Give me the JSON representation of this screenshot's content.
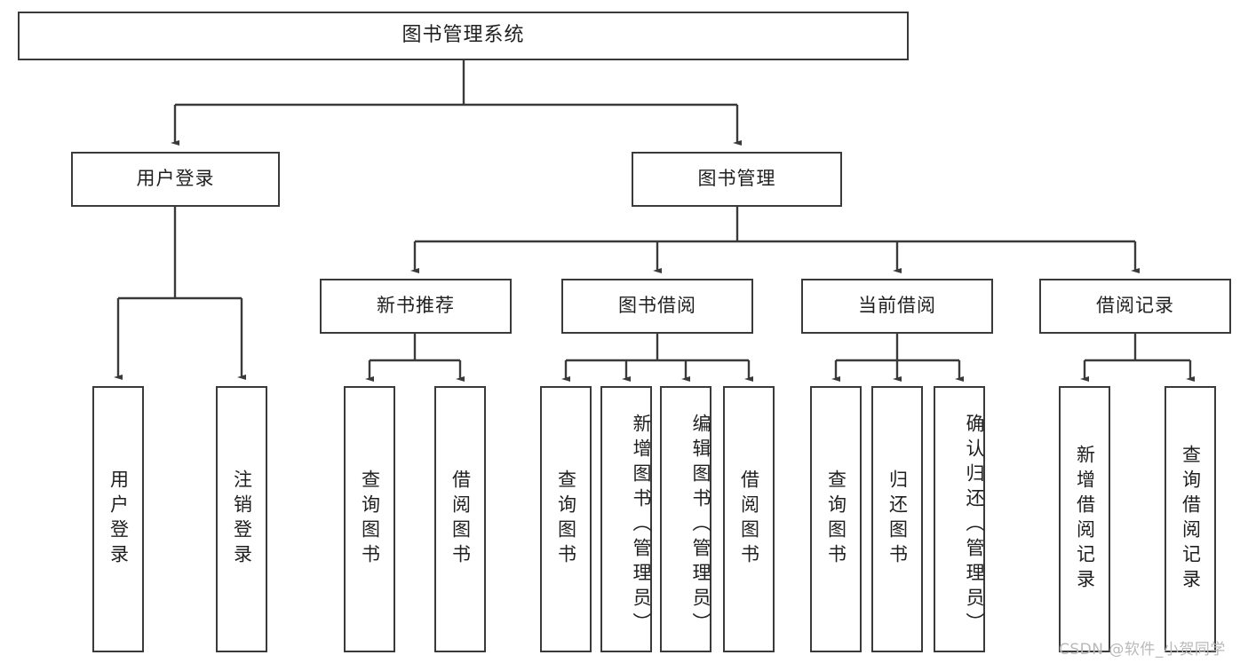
{
  "diagram": {
    "title": "图书管理系统",
    "type": "tree-hierarchy",
    "root": {
      "label": "图书管理系统"
    },
    "level2": [
      {
        "label": "用户登录"
      },
      {
        "label": "图书管理"
      }
    ],
    "level3": [
      {
        "label": "新书推荐"
      },
      {
        "label": "图书借阅"
      },
      {
        "label": "当前借阅"
      },
      {
        "label": "借阅记录"
      }
    ],
    "leaves": {
      "user_login": [
        {
          "label": "用户登录"
        },
        {
          "label": "注销登录"
        }
      ],
      "new_book_recommend": [
        {
          "label": "查询图书"
        },
        {
          "label": "借阅图书"
        }
      ],
      "book_borrow": [
        {
          "label": "查询图书"
        },
        {
          "label": "新增图书（管理员）"
        },
        {
          "label": "编辑图书（管理员）"
        },
        {
          "label": "借阅图书"
        }
      ],
      "current_borrow": [
        {
          "label": "查询图书"
        },
        {
          "label": "归还图书"
        },
        {
          "label": "确认归还（管理员）"
        }
      ],
      "borrow_record": [
        {
          "label": "新增借阅记录"
        },
        {
          "label": "查询借阅记录"
        }
      ]
    }
  },
  "watermark": {
    "text": "CSDN @软件_小贺同学"
  },
  "colors": {
    "border": "#3a3a3a",
    "background": "#ffffff",
    "text": "#1f1f1f",
    "watermark": "#b9b9b9"
  }
}
